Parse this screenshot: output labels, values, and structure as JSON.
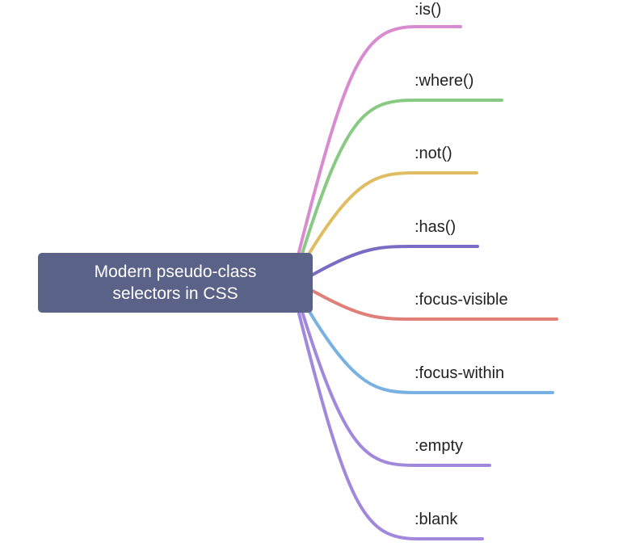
{
  "root": {
    "label": "Modern pseudo-class selectors in CSS",
    "color": "#5b6288"
  },
  "branches": [
    {
      "label": ":is()",
      "color": "#d98bcf"
    },
    {
      "label": ":where()",
      "color": "#88c983"
    },
    {
      "label": ":not()",
      "color": "#e0bd62"
    },
    {
      "label": ":has()",
      "color": "#7a6bc4"
    },
    {
      "label": ":focus-visible",
      "color": "#df7f78"
    },
    {
      "label": ":focus-within",
      "color": "#78b1e2"
    },
    {
      "label": ":empty",
      "color": "#a188dc"
    },
    {
      "label": ":blank",
      "color": "#a188dc"
    }
  ]
}
